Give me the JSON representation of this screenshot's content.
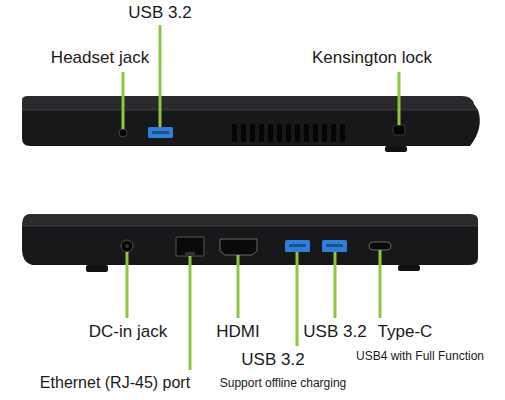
{
  "diagram": {
    "labels": [
      "USB 3.2",
      "Headset jack",
      "Kensington lock",
      "DC-in jack",
      "HDMI",
      "USB 3.2",
      "Type-C",
      "USB 3.2",
      "USB4 with Full Function",
      "Ethernet (RJ-45) port",
      "Support offline charging"
    ]
  }
}
